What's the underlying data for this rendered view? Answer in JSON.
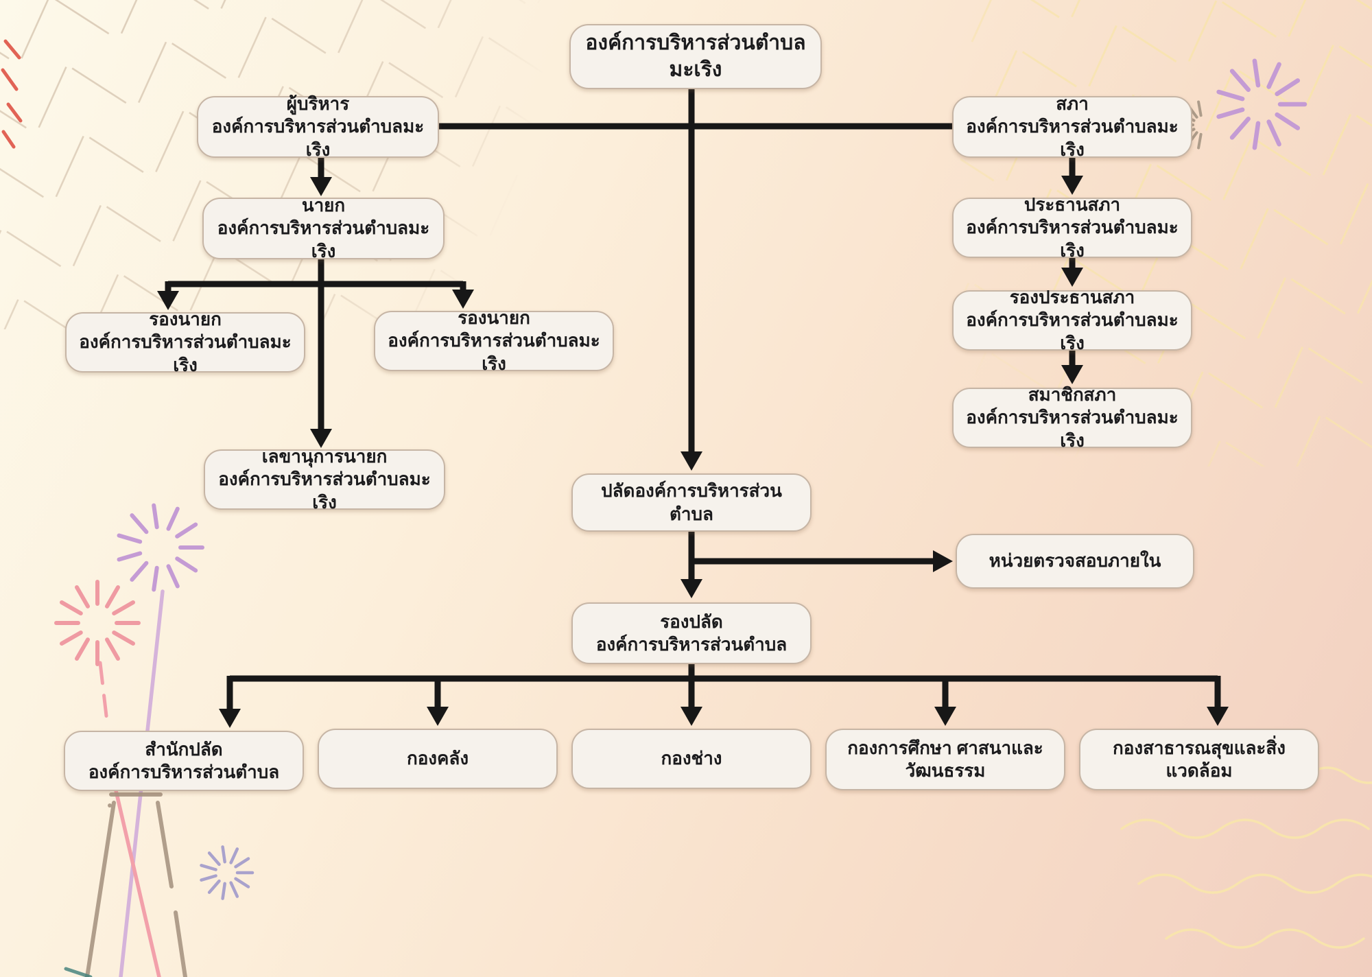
{
  "page_title": "องค์การบริหารส่วนตำบลมะเริง",
  "chart_type": "organization-chart",
  "nodes": {
    "root": {
      "line1": "องค์การบริหารส่วนตำบลมะเริง"
    },
    "executive": {
      "line1": "ผู้บริหาร",
      "line2": "องค์การบริหารส่วนตำบลมะเริง"
    },
    "council": {
      "line1": "สภา",
      "line2": "องค์การบริหารส่วนตำบลมะเริง"
    },
    "mayor": {
      "line1": "นายก",
      "line2": "องค์การบริหารส่วนตำบลมะเริง"
    },
    "deputy_mayor_1": {
      "line1": "รองนายก",
      "line2": "องค์การบริหารส่วนตำบลมะเริง"
    },
    "deputy_mayor_2": {
      "line1": "รองนายก",
      "line2": "องค์การบริหารส่วนตำบลมะเริง"
    },
    "mayor_secretary": {
      "line1": "เลขานุการนายก",
      "line2": "องค์การบริหารส่วนตำบลมะเริง"
    },
    "council_chairman": {
      "line1": "ประธานสภา",
      "line2": "องค์การบริหารส่วนตำบลมะเริง"
    },
    "council_vice_chairman": {
      "line1": "รองประธานสภา",
      "line2": "องค์การบริหารส่วนตำบลมะเริง"
    },
    "council_members": {
      "line1": "สมาชิกสภา",
      "line2": "องค์การบริหารส่วนตำบลมะเริง"
    },
    "clerk": {
      "line1": "ปลัดองค์การบริหารส่วนตำบล"
    },
    "internal_audit": {
      "line1": "หน่วยตรวจสอบภายใน"
    },
    "deputy_clerk": {
      "line1": "รองปลัด",
      "line2": "องค์การบริหารส่วนตำบล"
    },
    "clerk_office": {
      "line1": "สำนักปลัด",
      "line2": "องค์การบริหารส่วนตำบล"
    },
    "finance_division": {
      "line1": "กองคลัง"
    },
    "engineering_division": {
      "line1": "กองช่าง"
    },
    "education_division": {
      "line1": "กองการศึกษา ศาสนาและ",
      "line2": "วัฒนธรรม"
    },
    "health_division": {
      "line1": "กองสาธารณสุขและสิ่งแวดล้อม"
    }
  },
  "colors": {
    "connector": "#171717",
    "box_bg": "#f6f2ec",
    "box_border": "#c6b5a5",
    "bg_top_left": "#fdf9ea",
    "bg_bottom_right": "#f1cfc0",
    "pattern_tan": "#d7c6b1",
    "pattern_yellow": "#f8e4ad",
    "firework_purple": "#c49bd4",
    "firework_pink": "#ef9aa2",
    "firework_lavender": "#a9a2cc",
    "firework_gray": "#ad9c8a",
    "stem_purple": "#cfa9da",
    "stem_pink": "#f2a0aa",
    "easel_gray": "#a89683",
    "dash_red": "#dd4a3c",
    "mark_teal": "#3f7f7a"
  }
}
